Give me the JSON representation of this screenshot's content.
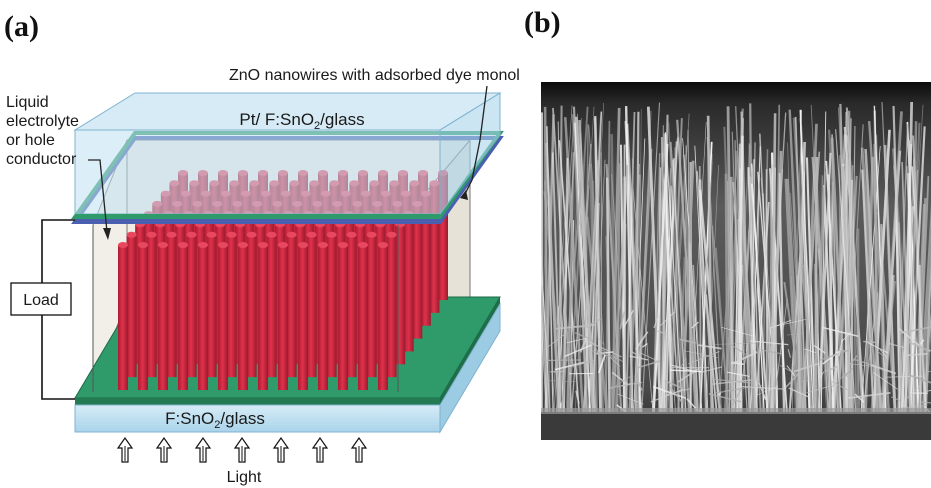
{
  "panels": {
    "a": "(a)",
    "b": "(b)"
  },
  "diagram": {
    "top_label_main": "ZnO nanowires with adsorbed dye monolayer",
    "left_label": [
      "Liquid",
      "electrolyte",
      "or hole",
      "conductor"
    ],
    "top_plate_prefix": "Pt/ F:SnO",
    "top_plate_sub": "2",
    "top_plate_suffix": "/glass",
    "bottom_plate_prefix": "F:SnO",
    "bottom_plate_sub": "2",
    "bottom_plate_suffix": "/glass",
    "load_label": "Load",
    "light_label": "Light",
    "colors": {
      "glass": "#bfe0f0",
      "glass_edge": "#8dbfd8",
      "fto": "#2f9a6a",
      "pt_layer": "#4a5fb0",
      "nanowire": "#d42a43",
      "nanowire_dark": "#9c1a2e",
      "electrolyte": "#efece4"
    }
  }
}
